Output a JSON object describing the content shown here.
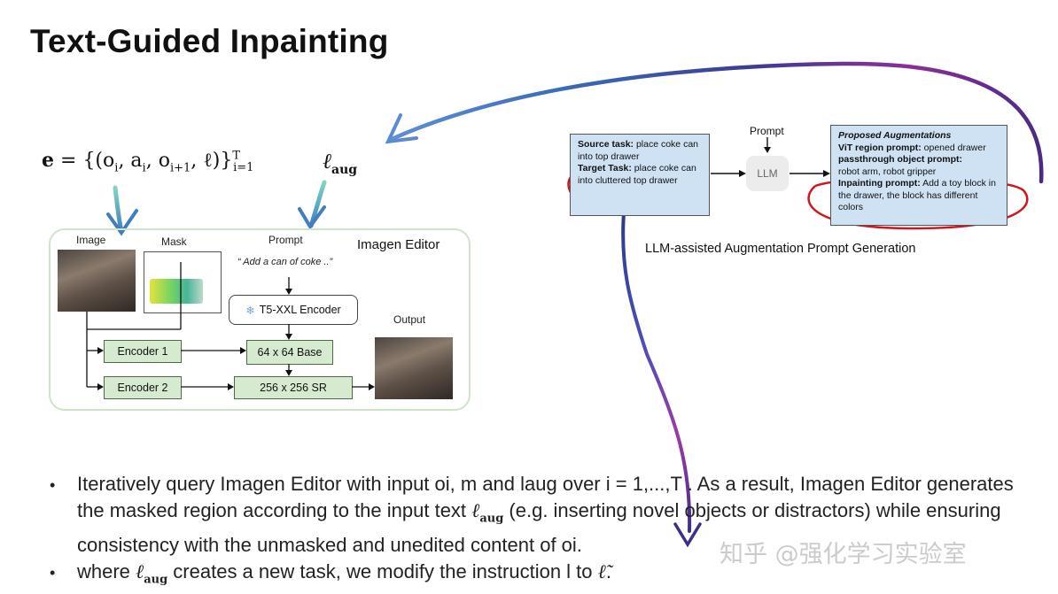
{
  "title": "Text-Guided Inpainting",
  "equation": {
    "lhs": "e",
    "body": "{(o",
    "i1": "i",
    "a": ", a",
    "i2": "i",
    "o2": ", o",
    "i3": "i+1",
    "rest": ", ℓ)}",
    "sup": "T",
    "sub": "i=1"
  },
  "laug": {
    "l": "ℓ",
    "sub": "aug"
  },
  "editor": {
    "name": "Imagen Editor",
    "image_label": "Image",
    "mask_label": "Mask",
    "prompt_label": "Prompt",
    "prompt_text": "“ Add a can of coke ..”",
    "t5": "T5-XXL Encoder",
    "base": "64 x 64 Base",
    "sr": "256 x 256 SR",
    "encoder1": "Encoder 1",
    "encoder2": "Encoder 2",
    "output_label": "Output"
  },
  "llm_diagram": {
    "source_task_label": "Source task:",
    "source_task_text": " place coke can into top drawer",
    "target_task_label": "Target Task:",
    "target_task_text": " place coke can into cluttered top drawer",
    "prompt_label": "Prompt",
    "llm": "LLM",
    "proposed_title": "Proposed Augmentations",
    "vit_label": "ViT region prompt:",
    "vit_text": " opened drawer",
    "passthrough_label": "passthrough object prompt:",
    "passthrough_text": " robot arm, robot gripper",
    "inpainting_label": "Inpainting prompt:",
    "inpainting_text": " Add a toy block in the drawer, the block has different colors",
    "caption": "LLM-assisted Augmentation Prompt Generation"
  },
  "bullets": {
    "b1_part1": "Iteratively query Imagen Editor with input oi, m and laug over i = 1,...,T . As a result, Imagen Editor generates the masked region according to the input text ",
    "b1_part2": " (e.g. inserting novel objects or distractors) while ensuring consistency with the unmasked and unedited content of oi.",
    "b2_part1": "where ",
    "b2_part2": " creates a new task, we modify the instruction l to ",
    "b2_ltilde": "ℓ̃",
    "b2_end": "."
  },
  "watermark": "知乎 @强化学习实验室",
  "colors": {
    "editor_border": "#cfe4c6",
    "encoder_fill": "#d6ead0",
    "task_box_fill": "#cfe2f3",
    "annotation_red": "#d0161c",
    "annotation_stroke": "#3d2a86"
  }
}
